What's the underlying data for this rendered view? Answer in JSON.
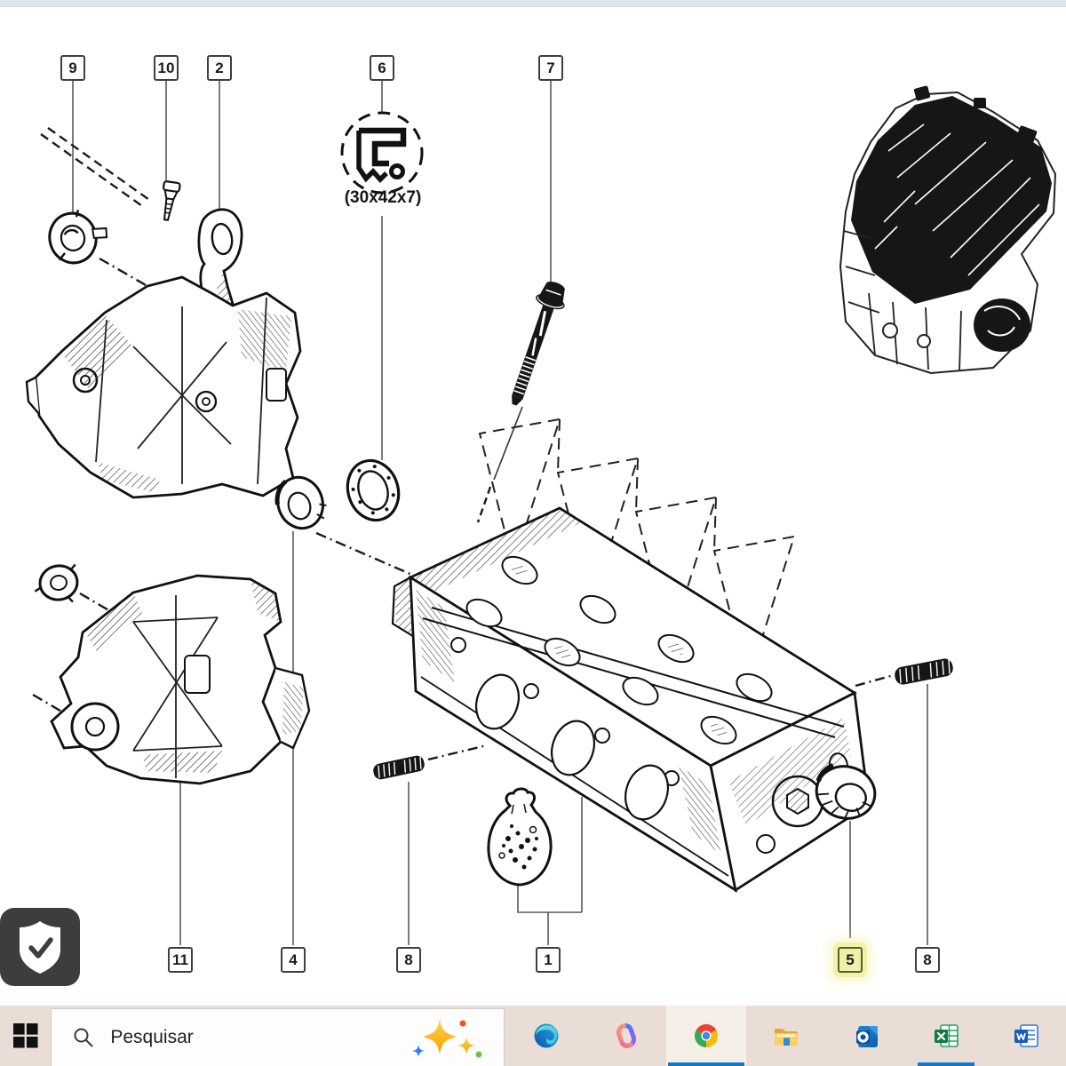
{
  "page": {
    "type": "engine-parts-exploded-diagram",
    "background": "#ffffff",
    "top_strip_color": "#dfe7ea"
  },
  "diagram": {
    "seal_dimension": "(30x42x7)",
    "callouts": {
      "top": [
        {
          "label": "9"
        },
        {
          "label": "10"
        },
        {
          "label": "2"
        },
        {
          "label": "6"
        },
        {
          "label": "7"
        }
      ],
      "bottom": [
        {
          "label": "11"
        },
        {
          "label": "4"
        },
        {
          "label": "8"
        },
        {
          "label": "1"
        },
        {
          "label": "5"
        },
        {
          "label": "8"
        }
      ]
    },
    "highlighted_label": "5",
    "highlight_color": "#f0f1a8",
    "parts": [
      "engine-mount-bracket-assembly",
      "camshaft-seal-icon",
      "cylinder-head-bolt",
      "cylinder-head",
      "lower-bracket-housing",
      "bushing",
      "seal-ring",
      "stud-left",
      "stud-right",
      "bag-of-small-parts",
      "bearing-seal",
      "complete-engine-thumbnail"
    ]
  },
  "security_overlay": {
    "icon": "shield-check-icon"
  },
  "taskbar": {
    "search_placeholder": "Pesquisar",
    "colors": {
      "background": "#e9ddd6",
      "active_tile": "#f6efe7",
      "underline": "#0a7ad4"
    },
    "apps": [
      {
        "name": "Microsoft Edge",
        "icon": "edge-icon",
        "open": false
      },
      {
        "name": "Copilot",
        "icon": "copilot-icon",
        "open": false
      },
      {
        "name": "Google Chrome",
        "icon": "chrome-icon",
        "open": true,
        "active": true
      },
      {
        "name": "File Explorer",
        "icon": "file-explorer-icon",
        "open": false
      },
      {
        "name": "Outlook",
        "icon": "outlook-icon",
        "open": false
      },
      {
        "name": "Excel",
        "icon": "excel-icon",
        "open": true
      },
      {
        "name": "Word",
        "icon": "word-icon",
        "open": false
      }
    ]
  }
}
